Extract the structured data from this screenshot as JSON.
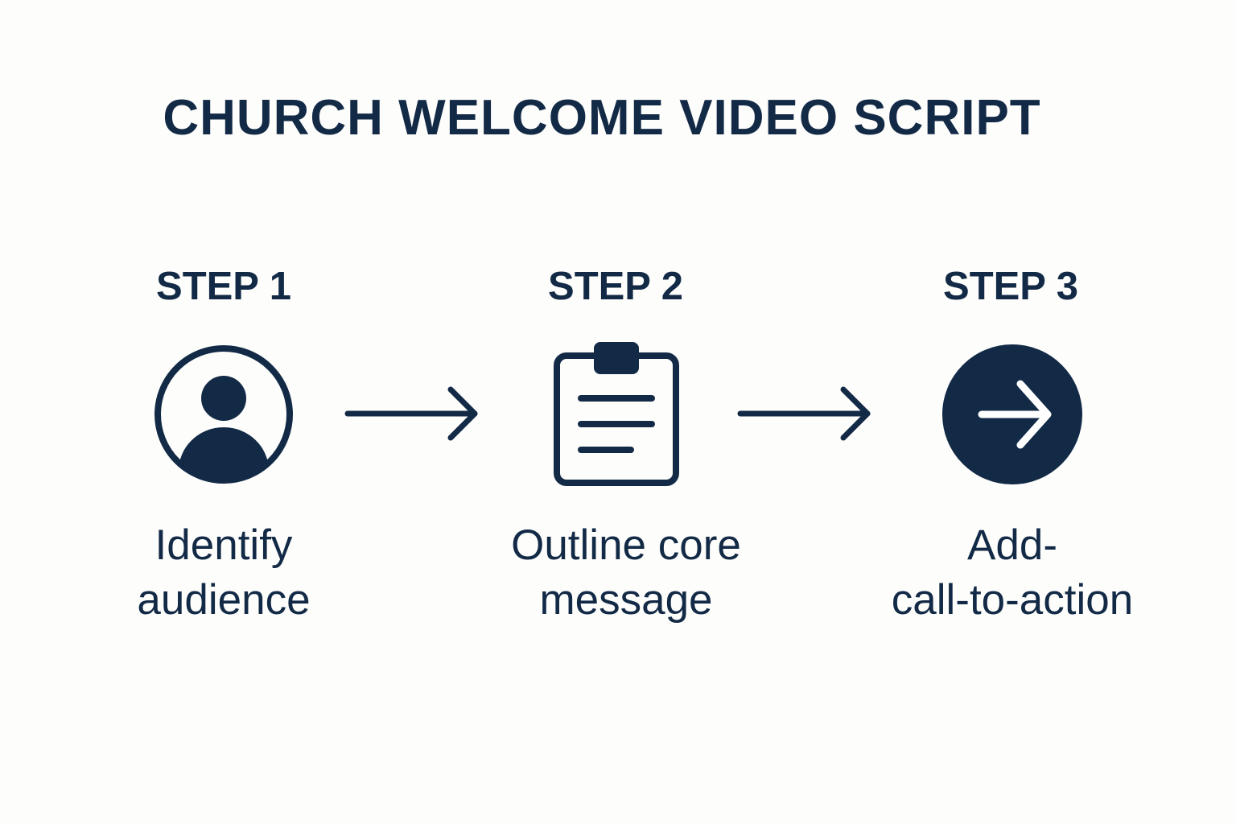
{
  "title": "CHURCH WELCOME VIDEO SCRIPT",
  "steps": [
    {
      "heading": "STEP 1",
      "label_lines": [
        "Identify",
        "audience"
      ],
      "icon": "person-icon"
    },
    {
      "heading": "STEP 2",
      "label_lines": [
        "Outline core",
        "message"
      ],
      "icon": "clipboard-icon"
    },
    {
      "heading": "STEP 3",
      "label_lines": [
        "Add-",
        "call-to-action"
      ],
      "icon": "arrow-circle-icon"
    }
  ],
  "colors": {
    "background": "#fdfdfb",
    "ink": "#132a47"
  }
}
